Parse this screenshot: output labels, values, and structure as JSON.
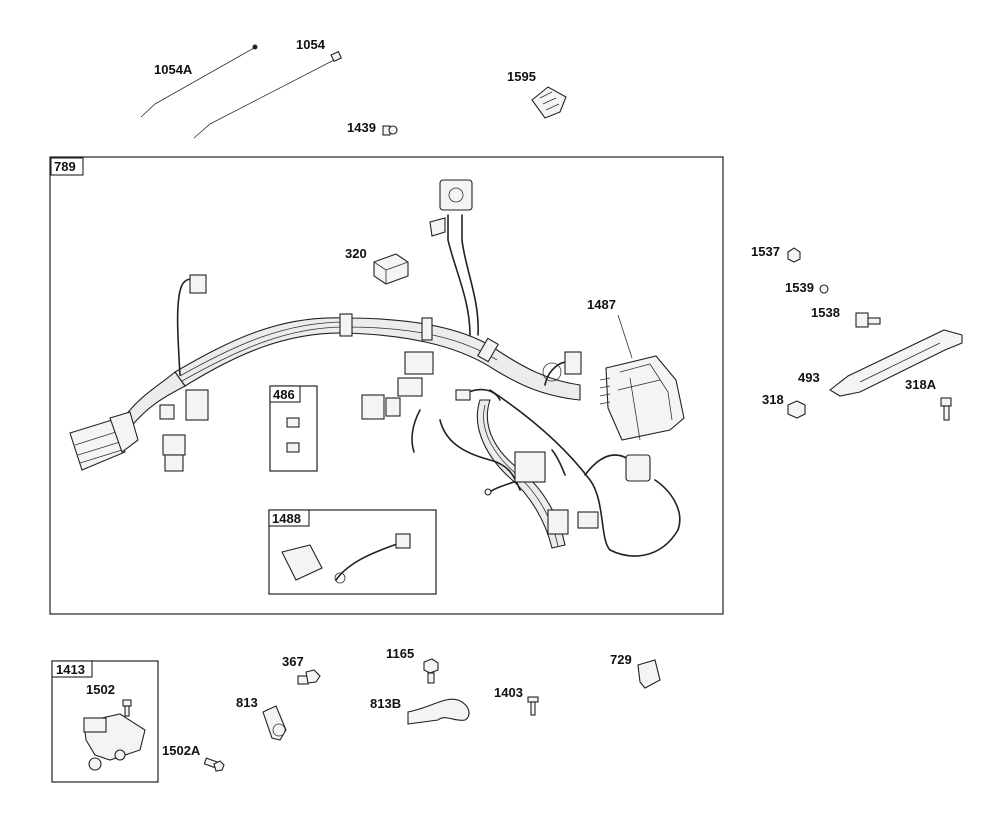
{
  "parts": {
    "p1054A": "1054A",
    "p1054": "1054",
    "p1595": "1595",
    "p1439": "1439",
    "p320": "320",
    "p1487": "1487",
    "p1537": "1537",
    "p1539": "1539",
    "p1538": "1538",
    "p493": "493",
    "p318": "318",
    "p318A": "318A",
    "p367": "367",
    "p1165": "1165",
    "p729": "729",
    "p813": "813",
    "p813B": "813B",
    "p1403": "1403",
    "p1502": "1502",
    "p1502A": "1502A"
  },
  "boxes": {
    "b789": "789",
    "b486": "486",
    "b1488": "1488",
    "b1413": "1413"
  }
}
